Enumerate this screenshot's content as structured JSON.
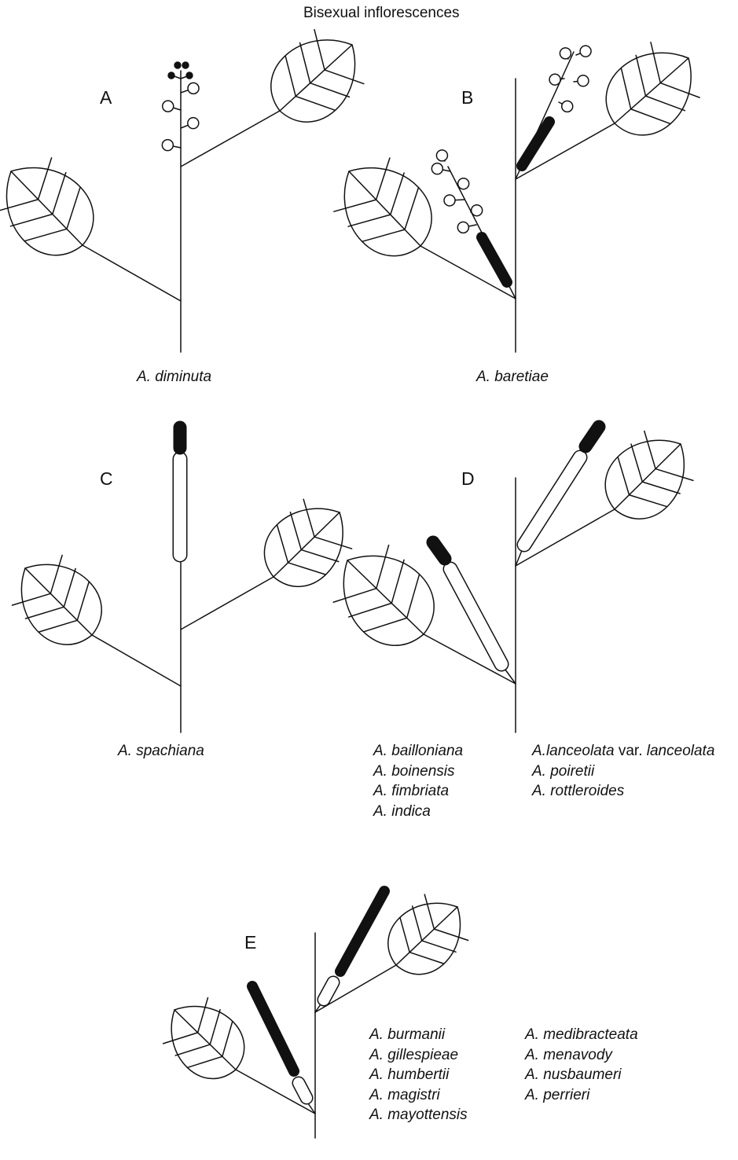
{
  "title": "Bisexual inflorescences",
  "panels": [
    {
      "letter": "A",
      "species": [
        "A. diminuta"
      ]
    },
    {
      "letter": "B",
      "species": [
        "A. baretiae"
      ]
    },
    {
      "letter": "C",
      "species": [
        "A. spachiana"
      ]
    },
    {
      "letter": "D",
      "species_col1": [
        "A. bailloniana",
        "A. boinensis",
        "A. fimbriata",
        "A. indica"
      ],
      "species_col2_first": {
        "italic_a": "A.lanceolata",
        "plain": " var. ",
        "italic_b": "lanceolata"
      },
      "species_col2": [
        "A. poiretii",
        "A. rottleroides"
      ]
    },
    {
      "letter": "E",
      "species_col1": [
        "A. burmanii",
        "A. gillespieae",
        "A. humbertii",
        "A. magistri",
        "A. mayottensis"
      ],
      "species_col2": [
        "A. medibracteata",
        "A. menavody",
        "A. nusbaumeri",
        "A. perrieri"
      ]
    }
  ],
  "legend_colors": {
    "male_flower": "#ffffff",
    "female_flower": "#111111",
    "line": "#111111"
  }
}
